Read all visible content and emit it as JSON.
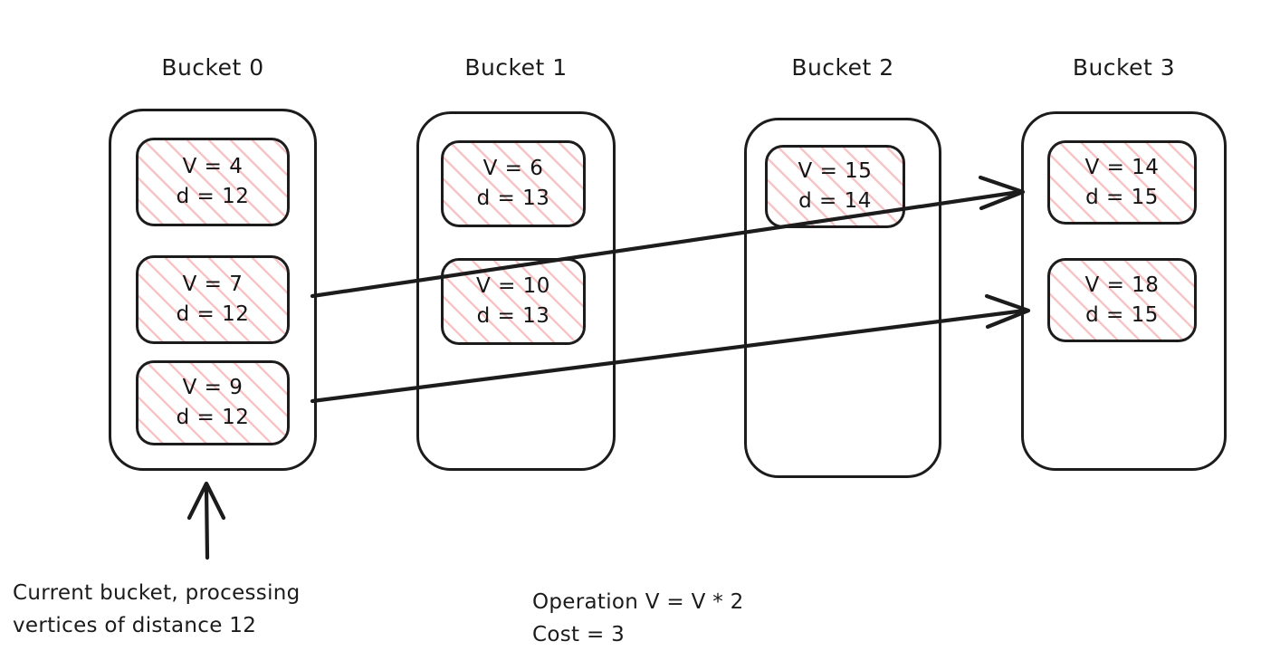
{
  "diagram": {
    "title_bucket_0": "Bucket 0",
    "title_bucket_1": "Bucket 1",
    "title_bucket_2": "Bucket 2",
    "title_bucket_3": "Bucket 3",
    "stroke_color": "#1c1c1c",
    "hatch_color": "#f7c5c5",
    "background_color": "#ffffff"
  },
  "buckets": [
    {
      "name": "Bucket 0",
      "cards": [
        {
          "v_label": "V = 4",
          "d_label": "d = 12"
        },
        {
          "v_label": "V = 7",
          "d_label": "d = 12"
        },
        {
          "v_label": "V = 9",
          "d_label": "d = 12"
        }
      ]
    },
    {
      "name": "Bucket 1",
      "cards": [
        {
          "v_label": "V = 6",
          "d_label": "d = 13"
        },
        {
          "v_label": "V = 10",
          "d_label": "d = 13"
        }
      ]
    },
    {
      "name": "Bucket 2",
      "cards": [
        {
          "v_label": "V = 15",
          "d_label": "d = 14"
        }
      ]
    },
    {
      "name": "Bucket 3",
      "cards": [
        {
          "v_label": "V = 14",
          "d_label": "d = 15"
        },
        {
          "v_label": "V = 18",
          "d_label": "d = 15"
        }
      ]
    }
  ],
  "annotations": {
    "current_bucket_note": "Current bucket, processing\nvertices of distance 12",
    "operation_note": "Operation V = V * 2\nCost = 3"
  }
}
